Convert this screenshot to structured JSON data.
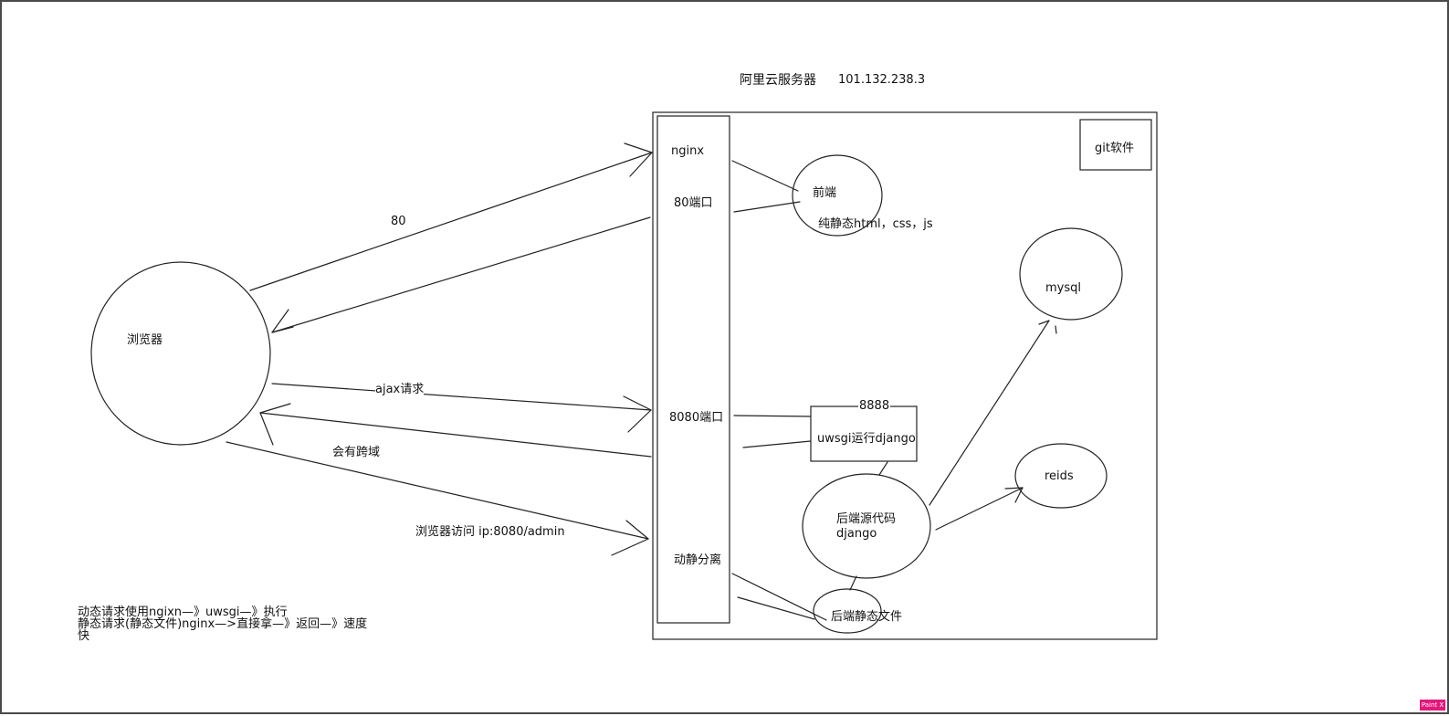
{
  "header": {
    "server_name": "阿里云服务器",
    "server_ip": "101.132.238.3"
  },
  "nodes": {
    "browser": "浏览器",
    "nginx": "nginx",
    "port_80": "80端口",
    "port_8080": "8080端口",
    "static_dynamic": "动静分离",
    "frontend": "前端",
    "frontend_desc": "纯静态html，css，js",
    "git": "git软件",
    "mysql": "mysql",
    "redis": "reids",
    "uwsgi": "uwsgi运行django",
    "uwsgi_port": "8888",
    "backend_code_line1": "后端源代码",
    "backend_code_line2": "django",
    "backend_static": "后端静态文件"
  },
  "edges": {
    "port80": "80",
    "ajax": "ajax请求",
    "cors": "会有跨域",
    "admin": "浏览器访问 ip:8080/admin"
  },
  "notes": {
    "text": "动态请求使用ngixn—》uwsgi—》执行\n静态请求(静态文件)nginx—>直接拿—》返回—》速度\n快"
  },
  "badge": "Paint X",
  "colors": {
    "stroke": "#222222",
    "border": "#4a4a4a",
    "badge": "#e0197a"
  }
}
